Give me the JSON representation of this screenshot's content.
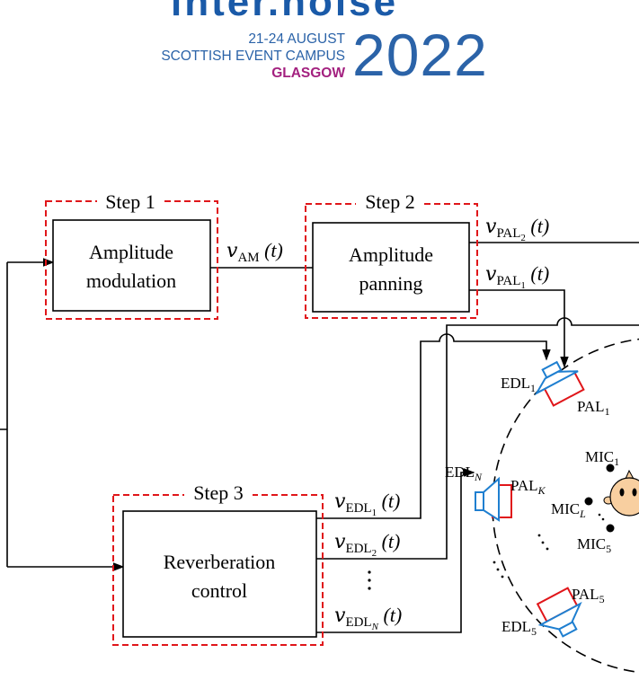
{
  "logo": {
    "banner": "inter.noise",
    "dates": "21-24 AUGUST",
    "venue": "SCOTTISH EVENT CAMPUS",
    "city": "GLASGOW",
    "year": "2022",
    "colors": {
      "blue": "#2b63a8",
      "magenta": "#a3207f"
    }
  },
  "steps": [
    {
      "title": "Step 1",
      "line1": "Amplitude",
      "line2": "modulation"
    },
    {
      "title": "Step 2",
      "line1": "Amplitude",
      "line2": "panning"
    },
    {
      "title": "Step 3",
      "line1": "Reverberation",
      "line2": "control"
    }
  ],
  "signals": {
    "am": {
      "v": "v",
      "sub": "AM",
      "subsub": "",
      "arg": "(t)"
    },
    "pal2": {
      "v": "v",
      "sub": "PAL",
      "subsub": "2",
      "arg": "(t)"
    },
    "pal1": {
      "v": "v",
      "sub": "PAL",
      "subsub": "1",
      "arg": "(t)"
    },
    "edl1": {
      "v": "v",
      "sub": "EDL",
      "subsub": "1",
      "arg": "(t)"
    },
    "edl2": {
      "v": "v",
      "sub": "EDL",
      "subsub": "2",
      "arg": "(t)"
    },
    "edln": {
      "v": "v",
      "sub": "EDL",
      "subsub": "N",
      "arg": "(t)"
    }
  },
  "speakers": {
    "edl1": {
      "name": "EDL",
      "sub": "1"
    },
    "pal1": {
      "name": "PAL",
      "sub": "1"
    },
    "edln": {
      "name": "EDL",
      "sub": "N"
    },
    "palk": {
      "name": "PAL",
      "sub": "K"
    },
    "edl5": {
      "name": "EDL",
      "sub": "5"
    },
    "pal5": {
      "name": "PAL",
      "sub": "5"
    }
  },
  "mics": {
    "mic1": {
      "name": "MIC",
      "sub": "1"
    },
    "micl": {
      "name": "MIC",
      "sub": "L"
    },
    "mic5": {
      "name": "MIC",
      "sub": "5"
    }
  },
  "colors": {
    "step_border": "#e0161a",
    "edl": "#1f7fd0",
    "pal": "#e0161a",
    "head": "#f8cfa0"
  }
}
